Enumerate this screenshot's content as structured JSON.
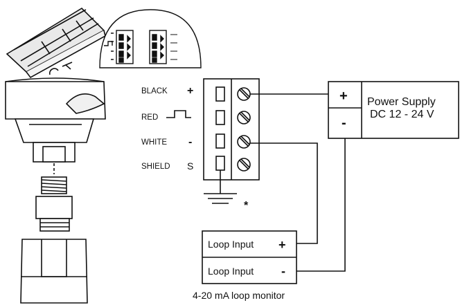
{
  "wiring": {
    "labels": [
      {
        "name": "BLACK",
        "sign": "+"
      },
      {
        "name": "RED",
        "sign": ""
      },
      {
        "name": "WHITE",
        "sign": "-"
      },
      {
        "name": "SHIELD",
        "sign": "S"
      }
    ],
    "ground_note": "*"
  },
  "power_supply": {
    "plus": "+",
    "minus": "-",
    "line1": "Power Supply",
    "line2": "DC 12 - 24 V"
  },
  "loop_monitor": {
    "input_plus_label": "Loop Input",
    "input_plus_sign": "+",
    "input_minus_label": "Loop Input",
    "input_minus_sign": "-",
    "caption": "4-20 mA loop monitor"
  }
}
